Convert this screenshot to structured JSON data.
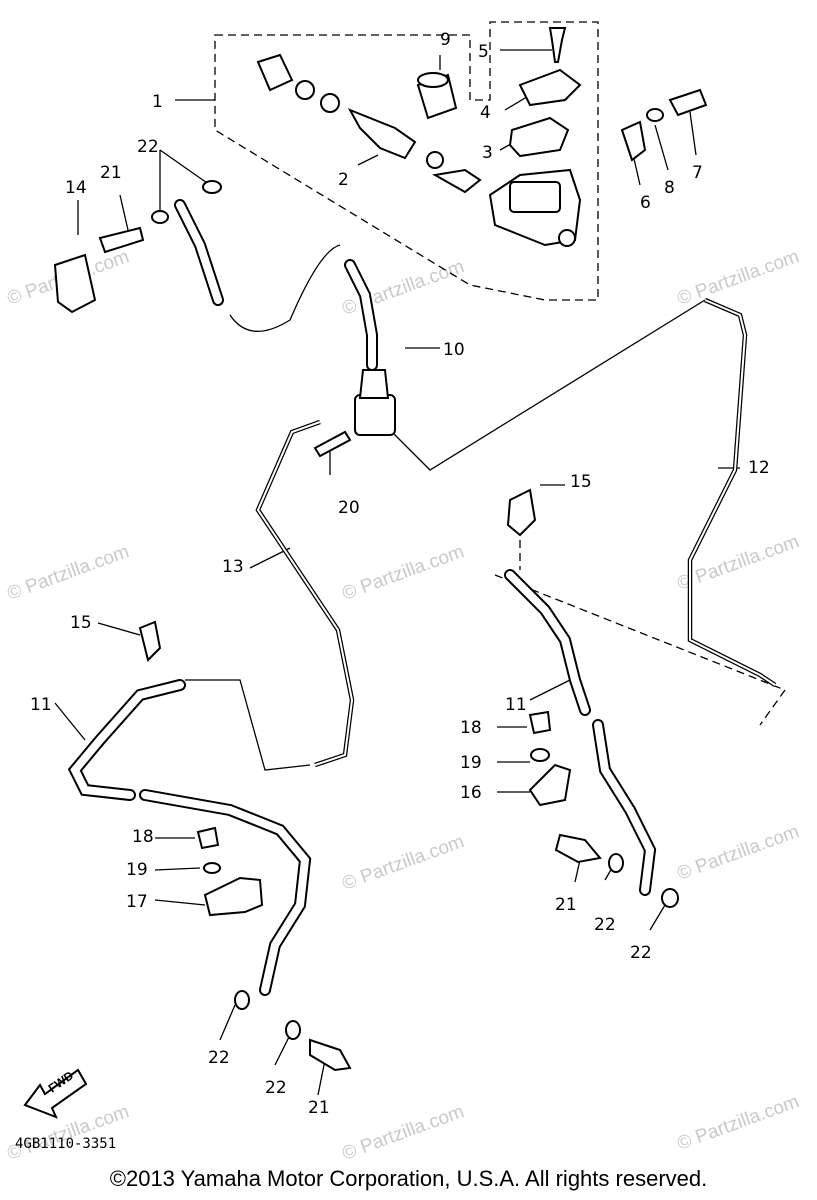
{
  "callouts": {
    "c1": "1",
    "c2": "2",
    "c3": "3",
    "c4": "4",
    "c5": "5",
    "c6": "6",
    "c7": "7",
    "c8": "8",
    "c9": "9",
    "c10": "10",
    "c11a": "11",
    "c11b": "11",
    "c12": "12",
    "c13": "13",
    "c14": "14",
    "c15a": "15",
    "c15b": "15",
    "c16": "16",
    "c17": "17",
    "c18a": "18",
    "c18b": "18",
    "c19a": "19",
    "c19b": "19",
    "c20": "20",
    "c21a": "21",
    "c21b": "21",
    "c21c": "21",
    "c22a": "22",
    "c22b": "22",
    "c22c": "22",
    "c22d": "22",
    "c22e": "22"
  },
  "fwd_label": "FWD",
  "diagram_code": "4GB1110-3351",
  "watermark": "© Partzilla.com",
  "copyright": "©2013  Yamaha Motor Corporation, U.S.A. All rights reserved."
}
